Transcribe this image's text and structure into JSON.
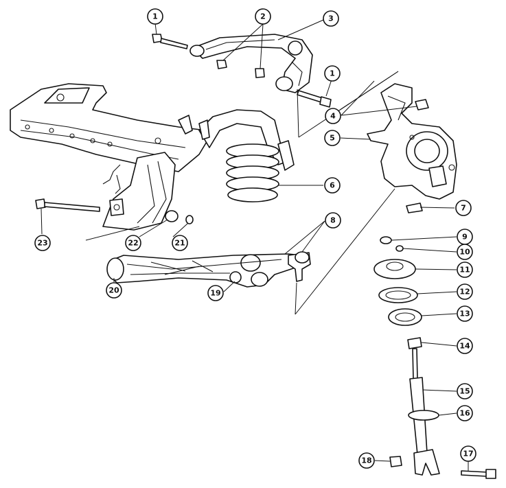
{
  "callouts": {
    "c1a": "1",
    "c2": "2",
    "c3": "3",
    "c1b": "1",
    "c4": "4",
    "c5": "5",
    "c6": "6",
    "c7": "7",
    "c8": "8",
    "c9": "9",
    "c10": "10",
    "c11": "11",
    "c12": "12",
    "c13": "13",
    "c14": "14",
    "c15": "15",
    "c16": "16",
    "c17": "17",
    "c18": "18",
    "c19": "19",
    "c20": "20",
    "c21": "21",
    "c22": "22",
    "c23": "23"
  }
}
